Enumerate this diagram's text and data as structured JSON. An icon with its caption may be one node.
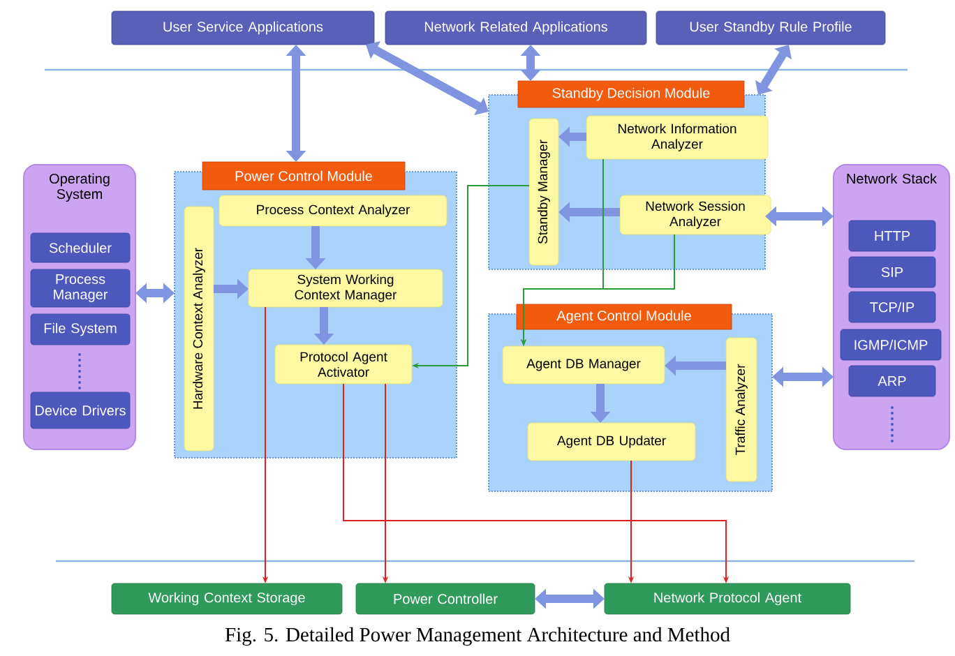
{
  "diagram": {
    "caption": "Fig. 5. Detailed Power Management Architecture and Method",
    "nodes": [
      {
        "text": [
          "User Service Applications"
        ]
      },
      {
        "text": [
          "Network Related Applications"
        ]
      },
      {
        "text": [
          "User Standby Rule Profile"
        ]
      },
      {
        "text": [
          "Operating System"
        ]
      },
      {
        "text": [
          "Scheduler"
        ],
        "in": 3
      },
      {
        "text": [
          "Process Manager"
        ],
        "in": 3
      },
      {
        "text": [
          "File System"
        ],
        "in": 3
      },
      {
        "text": [
          "Device Drivers"
        ],
        "in": 3
      },
      {
        "text": [
          "Power Control Module"
        ]
      },
      {
        "text": [
          "Hardware Context Analyzer"
        ],
        "in": 8
      },
      {
        "text": [
          "Process Context Analyzer"
        ],
        "in": 8
      },
      {
        "text": [
          "System Working Context Manager"
        ],
        "in": 8
      },
      {
        "text": [
          "Protocol Agent Activator"
        ],
        "in": 8
      },
      {
        "text": [
          "Standby Decision Module"
        ]
      },
      {
        "text": [
          "Standby Manager"
        ],
        "in": 13
      },
      {
        "text": [
          "Network Information Analyzer"
        ],
        "in": 13
      },
      {
        "text": [
          "Network Session Analyzer"
        ],
        "in": 13
      },
      {
        "text": [
          "Agent Control Module"
        ]
      },
      {
        "text": [
          "Agent DB Manager"
        ],
        "in": 17
      },
      {
        "text": [
          "Agent DB Updater"
        ],
        "in": 17
      },
      {
        "text": [
          "Traffic Analyzer"
        ],
        "in": 17
      },
      {
        "text": [
          "Network Stack"
        ]
      },
      {
        "text": [
          "HTTP"
        ],
        "in": 21
      },
      {
        "text": [
          "SIP"
        ],
        "in": 21
      },
      {
        "text": [
          "TCP/IP"
        ],
        "in": 21
      },
      {
        "text": [
          "IGMP/ICMP"
        ],
        "in": 21
      },
      {
        "text": [
          "ARP"
        ],
        "in": 21
      },
      {
        "text": [
          "Working Context Storage"
        ]
      },
      {
        "text": [
          "Power Controller"
        ]
      },
      {
        "text": [
          "Network Protocol Agent"
        ]
      }
    ],
    "edges": [
      {
        "from": 0,
        "to": 8,
        "arrow": "both"
      },
      {
        "from": 0,
        "to": 13,
        "arrow": "both"
      },
      {
        "from": 1,
        "to": 13,
        "arrow": "both"
      },
      {
        "from": 2,
        "to": 13,
        "arrow": "both"
      },
      {
        "from": 3,
        "to": 8,
        "arrow": "both"
      },
      {
        "from": 9,
        "to": 11,
        "arrow": "to"
      },
      {
        "from": 10,
        "to": 11,
        "arrow": "to"
      },
      {
        "from": 11,
        "to": 12,
        "arrow": "to"
      },
      {
        "from": 15,
        "to": 14,
        "arrow": "to"
      },
      {
        "from": 16,
        "to": 14,
        "arrow": "to"
      },
      {
        "from": 21,
        "to": 13,
        "arrow": "both"
      },
      {
        "from": 21,
        "to": 17,
        "arrow": "both"
      },
      {
        "from": 20,
        "to": 18,
        "arrow": "to"
      },
      {
        "from": 18,
        "to": 19,
        "arrow": "to"
      },
      {
        "from": 28,
        "to": 29,
        "arrow": "both"
      },
      {
        "from": 14,
        "to": 12,
        "arrow": "to",
        "color": "#2a9a3a"
      },
      {
        "from": 15,
        "to": 18,
        "arrow": "to",
        "color": "#2a9a3a"
      },
      {
        "from": 16,
        "to": 18,
        "arrow": "to",
        "color": "#2a9a3a"
      },
      {
        "from": 11,
        "to": 27,
        "arrow": "to",
        "color": "#e02020"
      },
      {
        "from": 12,
        "to": 28,
        "arrow": "to",
        "color": "#e02020"
      },
      {
        "from": 12,
        "to": 29,
        "arrow": "to",
        "color": "#e02020"
      },
      {
        "from": 19,
        "to": 29,
        "arrow": "to",
        "color": "#e02020"
      }
    ]
  }
}
